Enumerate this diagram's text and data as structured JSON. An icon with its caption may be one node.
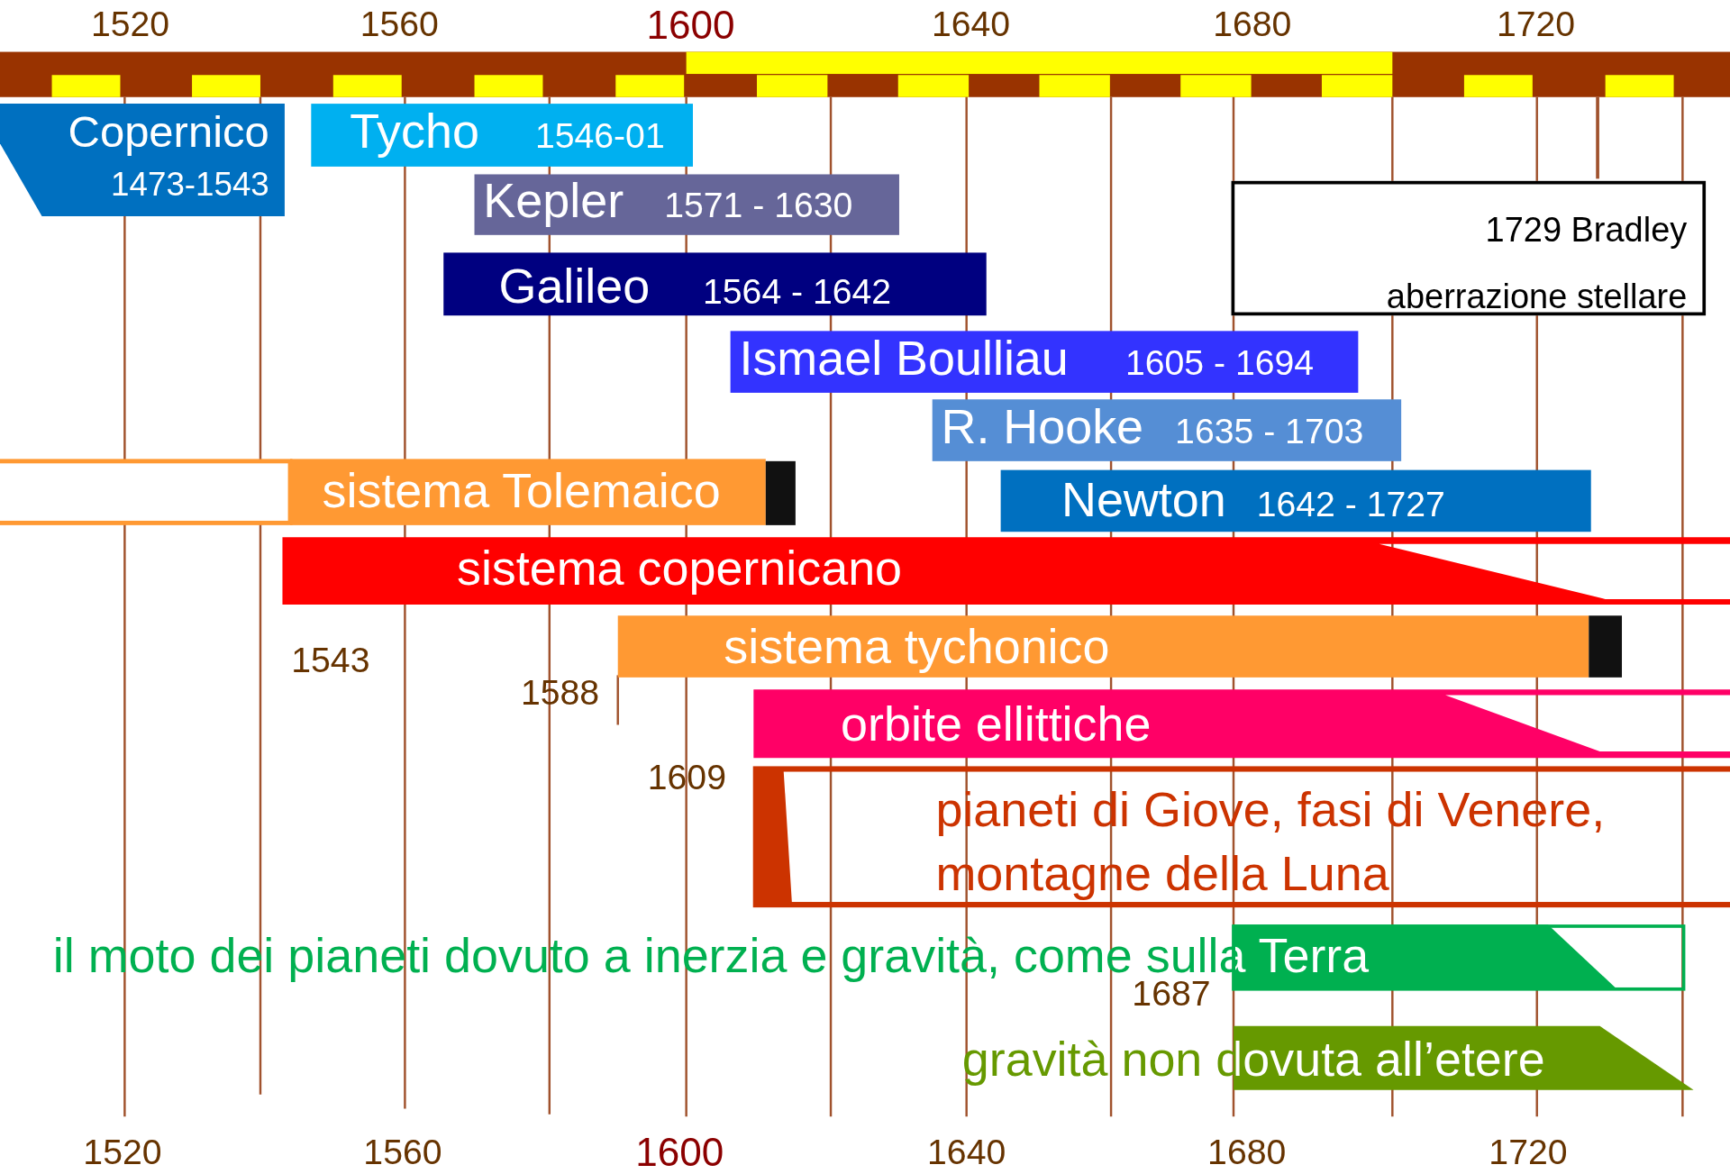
{
  "diagram": {
    "nodes": [
      {
        "text": [
          "Copernico",
          "1473-1543"
        ]
      },
      {
        "text": [
          "Tycho",
          "1546-01"
        ]
      },
      {
        "text": [
          "Kepler",
          "1571 - 1630"
        ]
      },
      {
        "text": [
          "Galileo",
          "1564 - 1642"
        ]
      },
      {
        "text": [
          "1729 Bradley aberrazione stellare"
        ]
      },
      {
        "text": [
          "Ismael Boulliau",
          "1605 - 1694"
        ]
      },
      {
        "text": [
          "R. Hooke",
          "1635 - 1703"
        ]
      },
      {
        "text": [
          "Newton",
          "1642 - 1727"
        ]
      },
      {
        "text": [
          "sistema Tolemaico"
        ]
      },
      {
        "text": [
          "sistema copernicano"
        ],
        "beside": [
          "1543"
        ]
      },
      {
        "text": [
          "sistema tychonico"
        ],
        "beside": [
          "1588"
        ]
      },
      {
        "text": [
          "orbite ellittiche"
        ],
        "beside": [
          "1609"
        ]
      },
      {
        "text": [
          "pianeti di Giove, fasi di Venere, montagne della Luna"
        ]
      },
      {
        "text": [
          "il moto dei pianeti dovuto a inerzia e gravità, come sulla Terra"
        ],
        "beside": [
          "1687"
        ]
      },
      {
        "text": [
          "gravità non dovuta all’etere"
        ]
      }
    ],
    "edges": [],
    "labels": [
      "1520",
      "1560",
      "1600",
      "1640",
      "1680",
      "1720",
      "1520",
      "1560",
      "1600",
      "1640",
      "1680",
      "1720"
    ]
  }
}
